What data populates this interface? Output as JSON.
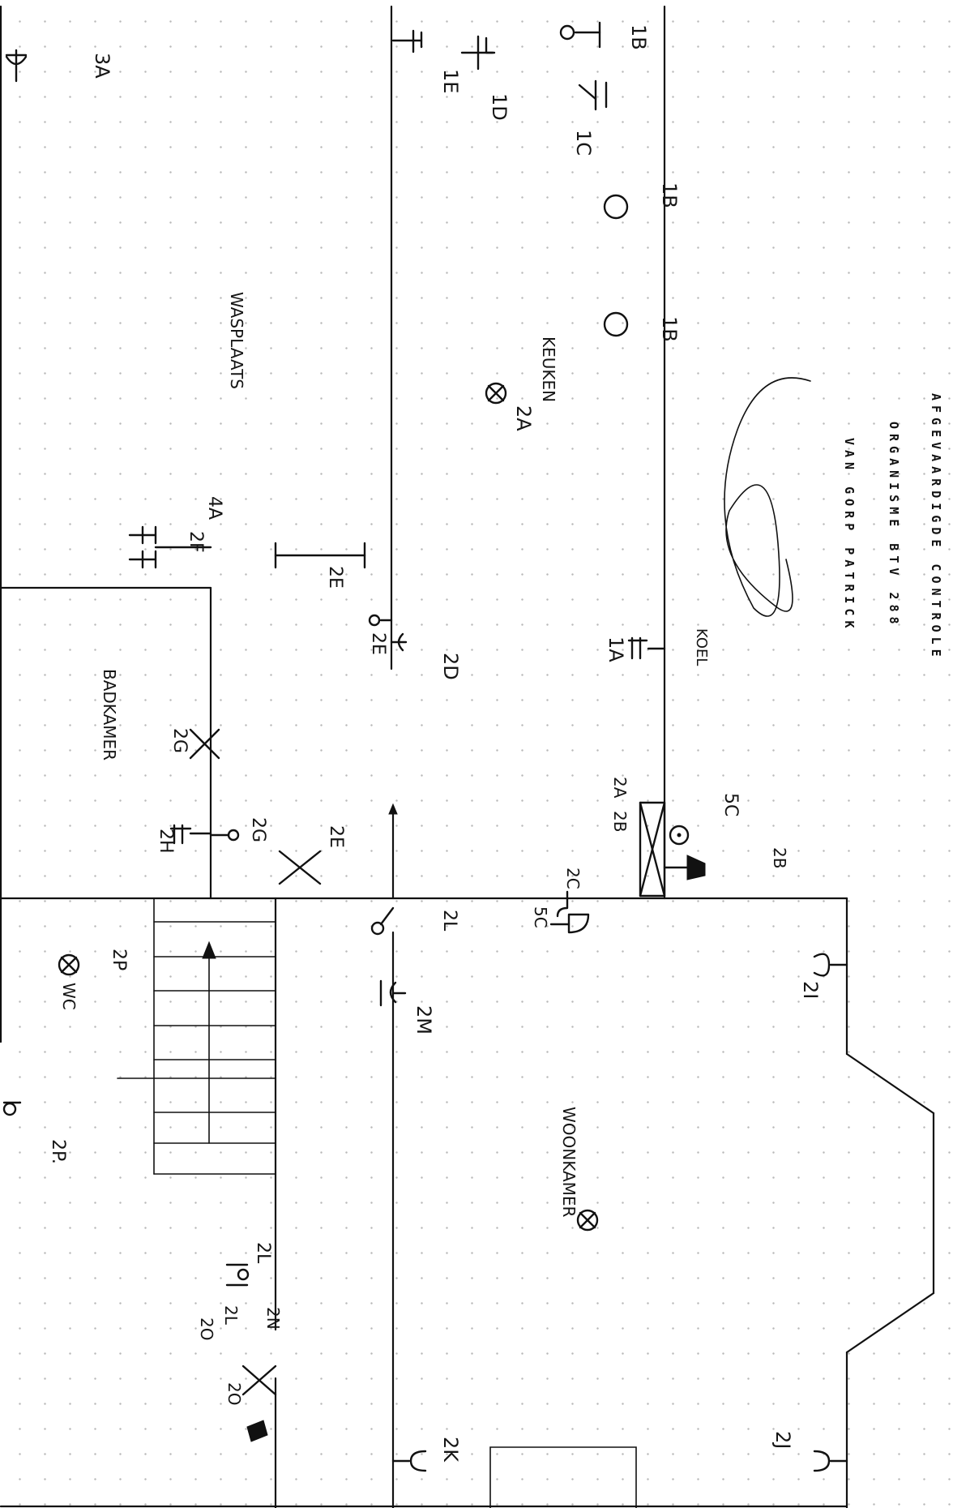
{
  "header": {
    "line1": "AFGEVAARDIGDE CONTROLE",
    "line2": "ORGANISME BTV 288",
    "line3": "VAN GORP PATRICK"
  },
  "rooms": {
    "kitchen": "KEUKEN",
    "laundry": "WASPLAATS",
    "bathroom": "BADKAMER",
    "living": "WOONKAMER",
    "wc": "WC",
    "fridge": "KOEL"
  },
  "labels": {
    "l_1B_top": "1B",
    "l_1C": "1C",
    "l_1D": "1D",
    "l_1E": "1E",
    "l_3A": "3A",
    "l_1B_a": "1B",
    "l_1B_b": "1B",
    "l_2A": "2A",
    "l_1A": "1A",
    "l_4A": "4A",
    "l_2F": "2F",
    "l_2E_a": "2E",
    "l_2E_b": "2E",
    "l_2D": "2D",
    "l_2G_a": "2G",
    "l_2G_b": "2G",
    "l_2H": "2H",
    "l_2E_c": "2E",
    "l_5C_a": "5C",
    "l_2B_a": "2B",
    "l_2A_b": "2A",
    "l_2B_b": "2B",
    "l_2C": "2C",
    "l_5C_b": "5C",
    "l_2I": "2I",
    "l_2L_a": "2L",
    "l_2M": "2M",
    "l_2P_a": "2P",
    "l_2P_b": "2P.",
    "l_2L_b": "2L",
    "l_2L_c": "2L",
    "l_2N": "2N",
    "l_2O_a": "2O",
    "l_2O_b": "2O",
    "l_2J": "2J",
    "l_2K": "2K"
  }
}
